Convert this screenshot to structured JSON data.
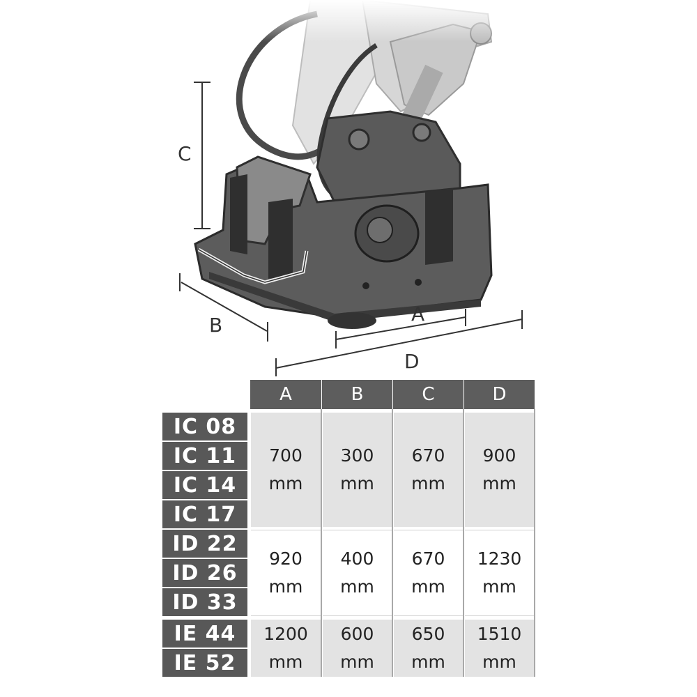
{
  "diagram": {
    "labels": {
      "a": "A",
      "b": "B",
      "c": "C",
      "d": "D"
    }
  },
  "table": {
    "columns": [
      "A",
      "B",
      "C",
      "D"
    ],
    "groups": [
      {
        "models": [
          "IC 08",
          "IC 11",
          "IC 14",
          "IC 17"
        ],
        "values": [
          {
            "num": "700",
            "unit": "mm"
          },
          {
            "num": "300",
            "unit": "mm"
          },
          {
            "num": "670",
            "unit": "mm"
          },
          {
            "num": "900",
            "unit": "mm"
          }
        ]
      },
      {
        "models": [
          "ID 22",
          "ID 26",
          "ID 33"
        ],
        "values": [
          {
            "num": "920",
            "unit": "mm"
          },
          {
            "num": "400",
            "unit": "mm"
          },
          {
            "num": "670",
            "unit": "mm"
          },
          {
            "num": "1230",
            "unit": "mm"
          }
        ]
      },
      {
        "models": [
          "IE 44",
          "IE 52"
        ],
        "values": [
          {
            "num": "1200",
            "unit": "mm"
          },
          {
            "num": "600",
            "unit": "mm"
          },
          {
            "num": "650",
            "unit": "mm"
          },
          {
            "num": "1510",
            "unit": "mm"
          }
        ]
      }
    ]
  }
}
